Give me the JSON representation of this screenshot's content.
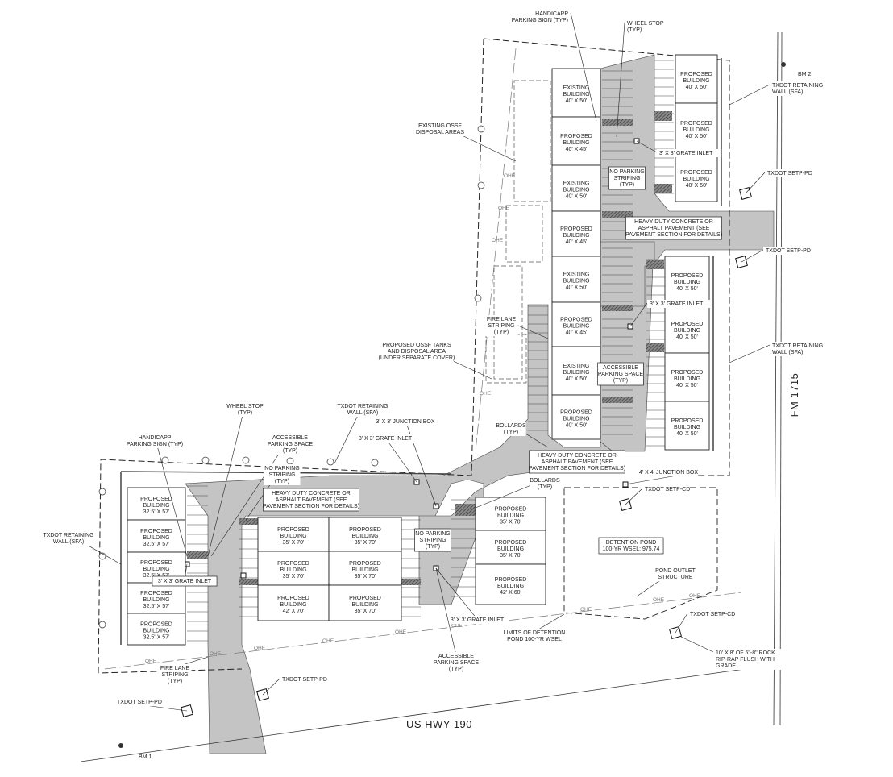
{
  "colors": {
    "pavement": "#c4c4c4",
    "line": "#222222",
    "hatch": "#555555"
  },
  "ohe_label": "OHE",
  "roads": {
    "south": "US HWY 190",
    "east": "FM 1715"
  },
  "benchmarks": [
    "BM 2",
    "BM 1"
  ],
  "buildings": [
    [
      "EXISTING",
      "BUILDING",
      "40' X 50'"
    ],
    [
      "PROPOSED",
      "BUILDING",
      "40' X 45'"
    ],
    [
      "EXISTING",
      "BUILDING",
      "40' X 50'"
    ],
    [
      "PROPOSED",
      "BUILDING",
      "40' X 45'"
    ],
    [
      "EXISTING",
      "BUILDING",
      "40' X 50'"
    ],
    [
      "PROPOSED",
      "BUILDING",
      "40' X 45'"
    ],
    [
      "EXISTING",
      "BUILDING",
      "40' X 50'"
    ],
    [
      "PROPOSED",
      "BUILDING",
      "40' X 50'"
    ],
    [
      "PROPOSED",
      "BUILDING",
      "40' X 50'"
    ],
    [
      "PROPOSED",
      "BUILDING",
      "40' X 50'"
    ],
    [
      "PROPOSED",
      "BUILDING",
      "40' X 50'"
    ],
    [
      "PROPOSED",
      "BUILDING",
      "40' X 50'"
    ],
    [
      "PROPOSED",
      "BUILDING",
      "40' X 50'"
    ],
    [
      "PROPOSED",
      "BUILDING",
      "40' X 50'"
    ],
    [
      "PROPOSED",
      "BUILDING",
      "40' X 50'"
    ],
    [
      "PROPOSED",
      "BUILDING",
      "32.5' X 57'"
    ],
    [
      "PROPOSED",
      "BUILDING",
      "32.5' X 57'"
    ],
    [
      "PROPOSED",
      "BUILDING",
      "32.5' X 57'"
    ],
    [
      "PROPOSED",
      "BUILDING",
      "32.5' X 57'"
    ],
    [
      "PROPOSED",
      "BUILDING",
      "32.5' X 57'"
    ],
    [
      "PROPOSED",
      "BUILDING",
      "35' X 70'"
    ],
    [
      "PROPOSED",
      "BUILDING",
      "35' X 70'"
    ],
    [
      "PROPOSED",
      "BUILDING",
      "35' X 70'"
    ],
    [
      "PROPOSED",
      "BUILDING",
      "35' X 70'"
    ],
    [
      "PROPOSED",
      "BUILDING",
      "42' X 70'"
    ],
    [
      "PROPOSED",
      "BUILDING",
      "35' X 70'"
    ],
    [
      "PROPOSED",
      "BUILDING",
      "35' X 70'"
    ],
    [
      "PROPOSED",
      "BUILDING",
      "35' X 70'"
    ],
    [
      "PROPOSED",
      "BUILDING",
      "42' X 60'"
    ]
  ],
  "labels": [
    [
      "HANDICAPP",
      "PARKING SIGN (TYP)"
    ],
    [
      "WHEEL STOP",
      "(TYP)"
    ],
    [
      "TXDOT RETAINING",
      "WALL (SFA)"
    ],
    [
      "EXISTING OSSF",
      "DISPOSAL AREAS"
    ],
    [
      "3' X 3' GRATE INLET"
    ],
    [
      "NO PARKING",
      "STRIPING",
      "(TYP)"
    ],
    [
      "TXDOT SETP-PD"
    ],
    [
      "HEAVY DUTY CONCRETE OR",
      "ASPHALT PAVEMENT (SEE",
      "PAVEMENT SECTION FOR DETAILS)"
    ],
    [
      "TXDOT SETP-PD"
    ],
    [
      "3' X 3' GRATE INLET"
    ],
    [
      "FIRE LANE",
      "STRIPING",
      "(TYP)"
    ],
    [
      "PROPOSED OSSF TANKS",
      "AND DISPOSAL AREA",
      "(UNDER SEPARATE COVER)"
    ],
    [
      "TXDOT RETAINING",
      "WALL (SFA)"
    ],
    [
      "ACCESSIBLE",
      "PARKING SPACE",
      "(TYP)"
    ],
    [
      "WHEEL STOP",
      "(TYP)"
    ],
    [
      "TXDOT RETAINING",
      "WALL (SFA)"
    ],
    [
      "3' X 3' JUNCTION BOX"
    ],
    [
      "BOLLARDS",
      "(TYP)"
    ],
    [
      "HANDICAPP",
      "PARKING SIGN (TYP)"
    ],
    [
      "ACCESSIBLE",
      "PARKING SPACE",
      "(TYP)"
    ],
    [
      "3' X 3' GRATE INLET"
    ],
    [
      "HEAVY DUTY CONCRETE OR",
      "ASPHALT PAVEMENT (SEE",
      "PAVEMENT SECTION FOR DETAILS)"
    ],
    [
      "NO PARKING",
      "STRIPING",
      "(TYP)"
    ],
    [
      "4' X 4' JUNCTION BOX"
    ],
    [
      "BOLLARDS",
      "(TYP)"
    ],
    [
      "TXDOT SETP-CD"
    ],
    [
      "HEAVY DUTY CONCRETE OR",
      "ASPHALT PAVEMENT (SEE",
      "PAVEMENT SECTION FOR DETAILS)"
    ],
    [
      "TXDOT RETAINING",
      "WALL (SFA)"
    ],
    [
      "NO PARKING",
      "STRIPING",
      "(TYP)"
    ],
    [
      "DETENTION POND",
      "100-YR WSEL: 975.74"
    ],
    [
      "POND OUTLET",
      "STRUCTURE"
    ],
    [
      "3' X 3' GRATE INLET"
    ],
    [
      "3' X 3' GRATE INLET"
    ],
    [
      "LIMITS OF DETENTION",
      "POND 100-YR WSEL"
    ],
    [
      "TXDOT SETP-CD"
    ],
    [
      "10' X 8' OF 5\"-8\" ROCK",
      "RIP-RAP FLUSH WITH",
      "GRADE"
    ],
    [
      "ACCESSIBLE",
      "PARKING SPACE",
      "(TYP)"
    ],
    [
      "FIRE LANE",
      "STRIPING",
      "(TYP)"
    ],
    [
      "TXDOT SETP-PD"
    ],
    [
      "TXDOT SETP-PD"
    ]
  ]
}
